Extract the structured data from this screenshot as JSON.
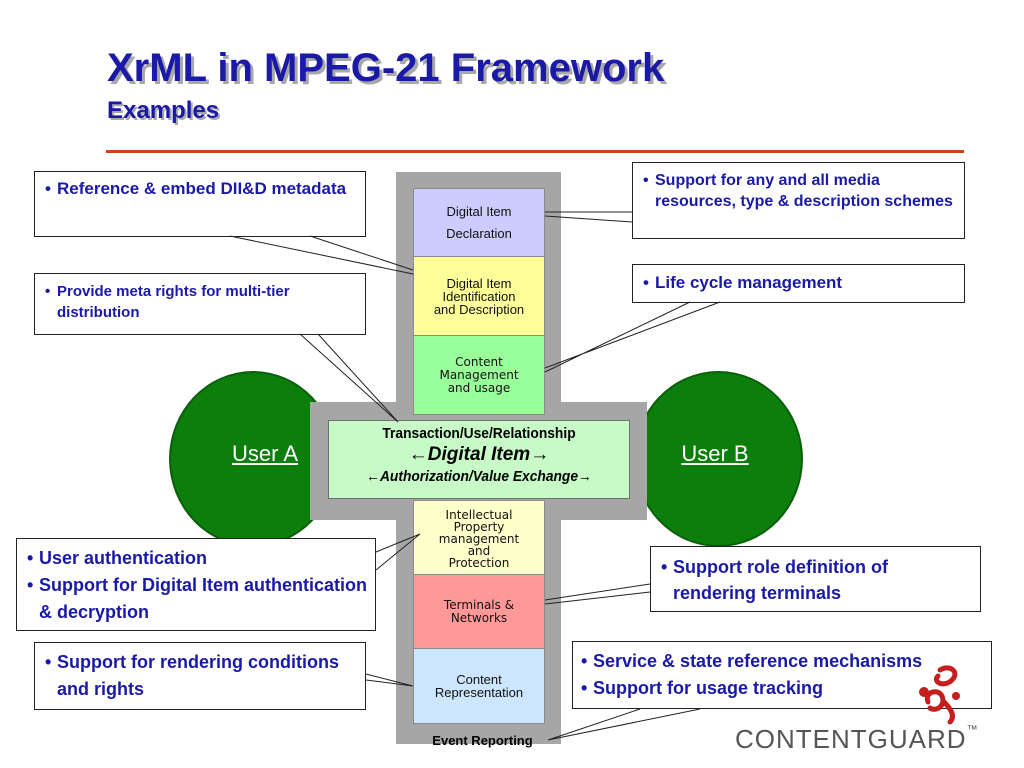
{
  "title": "XrML in MPEG-21 Framework",
  "subtitle": "Examples",
  "users": {
    "a": "User A",
    "b": "User B"
  },
  "stack": {
    "digital_item_declaration": "Digital Item\nDeclaration",
    "digital_item_identification": "Digital Item\nIdentification\nand Description",
    "content_management": "Content\nManagement\nand usage",
    "ipmp": "Intellectual\nProperty\nmanagement\nand\nProtection",
    "terminals_networks": "Terminals &\nNetworks",
    "content_representation": "Content\nRepresentation",
    "event_reporting": "Event Reporting"
  },
  "cross": {
    "line1": "Transaction/Use/Relationship",
    "line2": "←Digital Item→",
    "line3": "←Authorization/Value Exchange→"
  },
  "callouts": {
    "reference_embed": [
      "Reference & embed DII&D metadata"
    ],
    "meta_rights": [
      "Provide meta rights for multi-tier distribution"
    ],
    "media_support": [
      "Support for any and all media resources, type & description schemes"
    ],
    "life_cycle": [
      "Life cycle management"
    ],
    "user_auth": [
      "User authentication",
      "Support for Digital Item authentication & decryption"
    ],
    "role_definition": [
      "Support role definition of rendering terminals"
    ],
    "rendering_conditions": [
      "Support for rendering conditions and rights"
    ],
    "service_state": [
      "Service & state reference mechanisms",
      "Support for usage tracking"
    ]
  },
  "logo": {
    "word": "CONTENTGUARD",
    "tm": "™"
  },
  "colors": {
    "title": "#1a1aa6",
    "rule": "#c84614",
    "user_fill": "#0c7e0c",
    "declaration": "#ccccff",
    "identification": "#ffff99",
    "management": "#99ff99",
    "ipmp": "#ffffcc",
    "terminals": "#ff9999",
    "representation": "#cce6ff",
    "cross_text": "#c8fac8",
    "stack_frame": "#a6a6a6"
  }
}
